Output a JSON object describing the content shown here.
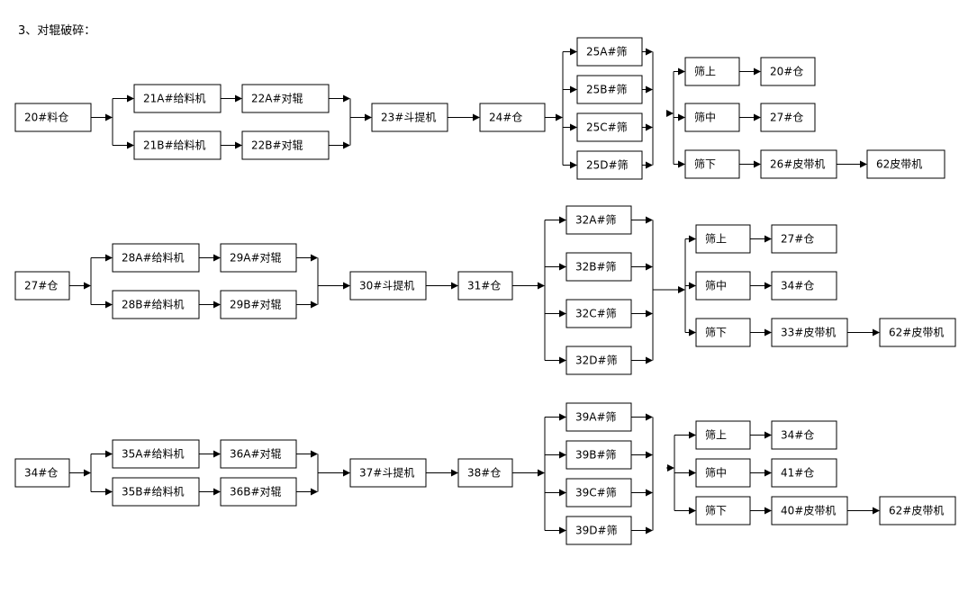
{
  "heading": "3、对辊破碎：",
  "sections": [
    {
      "bin_in": "20#料仓",
      "feeders": [
        "21A#给料机",
        "21B#给料机"
      ],
      "rollers": [
        "22A#对辊",
        "22B#对辊"
      ],
      "elevator": "23#斗提机",
      "bin_mid": "24#仓",
      "screens": [
        "25A#筛",
        "25B#筛",
        "25C#筛",
        "25D#筛"
      ],
      "fractions": [
        "筛上",
        "筛中",
        "筛下"
      ],
      "dest_upper": "20#仓",
      "dest_middle": "27#仓",
      "belt": "26#皮带机",
      "belt_dest": "62皮带机"
    },
    {
      "bin_in": "27#仓",
      "feeders": [
        "28A#给料机",
        "28B#给料机"
      ],
      "rollers": [
        "29A#对辊",
        "29B#对辊"
      ],
      "elevator": "30#斗提机",
      "bin_mid": "31#仓",
      "screens": [
        "32A#筛",
        "32B#筛",
        "32C#筛",
        "32D#筛"
      ],
      "fractions": [
        "筛上",
        "筛中",
        "筛下"
      ],
      "dest_upper": "27#仓",
      "dest_middle": "34#仓",
      "belt": "33#皮带机",
      "belt_dest": "62#皮带机"
    },
    {
      "bin_in": "34#仓",
      "feeders": [
        "35A#给料机",
        "35B#给料机"
      ],
      "rollers": [
        "36A#对辊",
        "36B#对辊"
      ],
      "elevator": "37#斗提机",
      "bin_mid": "38#仓",
      "screens": [
        "39A#筛",
        "39B#筛",
        "39C#筛",
        "39D#筛"
      ],
      "fractions": [
        "筛上",
        "筛中",
        "筛下"
      ],
      "dest_upper": "34#仓",
      "dest_middle": "41#仓",
      "belt": "40#皮带机",
      "belt_dest": "62#皮带机"
    }
  ]
}
